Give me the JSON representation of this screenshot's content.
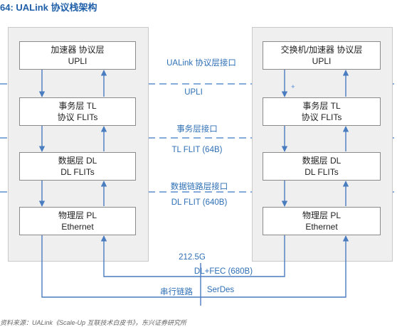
{
  "title": "64:   UALink 协议栈架构",
  "left_stack": {
    "layers": [
      {
        "line1": "加速器 协议层",
        "line2": "UPLI"
      },
      {
        "line1": "事务层 TL",
        "line2": "协议 FLITs"
      },
      {
        "line1": "数据层 DL",
        "line2": "DL FLITs"
      },
      {
        "line1": "物理层 PL",
        "line2": "Ethernet"
      }
    ]
  },
  "right_stack": {
    "layers": [
      {
        "line1": "交换机/加速器 协议层",
        "line2": "UPLI"
      },
      {
        "line1": "事务层 TL",
        "line2": "协议 FLITs"
      },
      {
        "line1": "数据层 DL",
        "line2": "DL FLITs"
      },
      {
        "line1": "物理层 PL",
        "line2": "Ethernet"
      }
    ]
  },
  "interfaces": [
    {
      "label": "UALink 协议层接口",
      "sublabel": "UPLI"
    },
    {
      "label": "事务层接口",
      "sublabel": "TL FLIT (64B)"
    },
    {
      "label": "数据链路层接口",
      "sublabel": "DL FLIT (640B)"
    }
  ],
  "physical": {
    "rate": "212.5G",
    "dl_fec": "DL+FEC (680B)",
    "serial_link": "串行链路",
    "serdes": "SerDes"
  },
  "footer": "资料来源：UALink《Scale-Up 互联技术白皮书》，东兴证券研究所",
  "colors": {
    "line": "#4a7cc0",
    "dash": "#5b8fd0",
    "text_blue": "#2e6fb5"
  }
}
